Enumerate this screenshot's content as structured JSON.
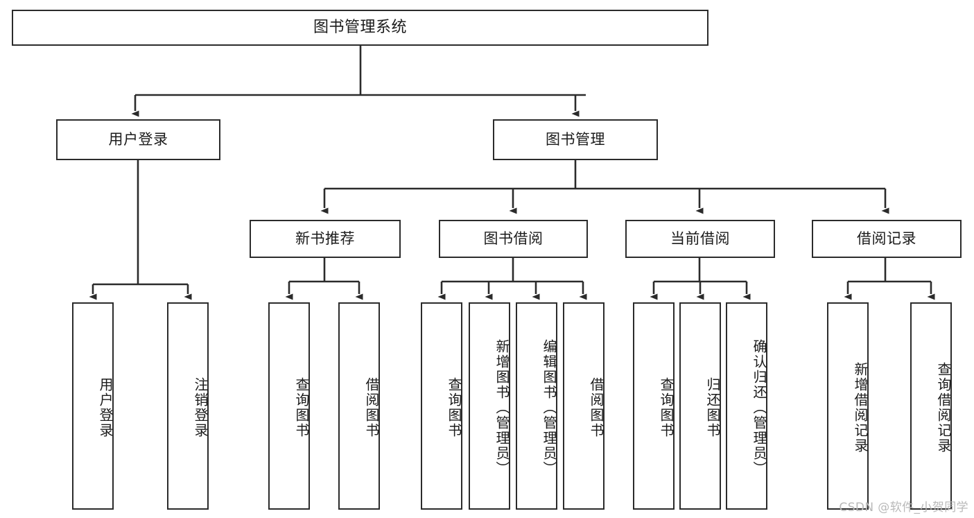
{
  "diagram": {
    "type": "tree-hierarchy",
    "title": "图书管理系统",
    "watermark": "CSDN @软件_小贺同学",
    "colors": {
      "background": "#ffffff",
      "box_border": "#2b2b2b",
      "box_fill": "#ffffff",
      "edge": "#2b2b2b",
      "text": "#1b1b1b",
      "watermark": "#b9b9b9"
    },
    "nodes": {
      "root": {
        "label": "图书管理系统",
        "level": 0
      },
      "l1": [
        {
          "id": "user_login",
          "label": "用户登录"
        },
        {
          "id": "book_mgmt",
          "label": "图书管理"
        }
      ],
      "l2": [
        {
          "id": "new_book_rec",
          "label": "新书推荐",
          "parent": "book_mgmt"
        },
        {
          "id": "book_borrow",
          "label": "图书借阅",
          "parent": "book_mgmt"
        },
        {
          "id": "current_borrow",
          "label": "当前借阅",
          "parent": "book_mgmt"
        },
        {
          "id": "borrow_record",
          "label": "借阅记录",
          "parent": "book_mgmt"
        }
      ],
      "leaves": [
        {
          "id": "leaf_user_login",
          "label": "用户登录",
          "parent": "user_login"
        },
        {
          "id": "leaf_logout",
          "label": "注销登录",
          "parent": "user_login"
        },
        {
          "id": "leaf_query_book_1",
          "label": "查询图书",
          "parent": "new_book_rec"
        },
        {
          "id": "leaf_borrow_book_1",
          "label": "借阅图书",
          "parent": "new_book_rec"
        },
        {
          "id": "leaf_query_book_2",
          "label": "查询图书",
          "parent": "book_borrow"
        },
        {
          "id": "leaf_add_book",
          "label": "新增图书（管理员）",
          "parent": "book_borrow"
        },
        {
          "id": "leaf_edit_book",
          "label": "编辑图书（管理员）",
          "parent": "book_borrow"
        },
        {
          "id": "leaf_borrow_book_2",
          "label": "借阅图书",
          "parent": "book_borrow"
        },
        {
          "id": "leaf_query_book_3",
          "label": "查询图书",
          "parent": "current_borrow"
        },
        {
          "id": "leaf_return_book",
          "label": "归还图书",
          "parent": "current_borrow"
        },
        {
          "id": "leaf_confirm_return",
          "label": "确认归还（管理员）",
          "parent": "current_borrow"
        },
        {
          "id": "leaf_add_record",
          "label": "新增借阅记录",
          "parent": "borrow_record"
        },
        {
          "id": "leaf_query_record",
          "label": "查询借阅记录",
          "parent": "borrow_record"
        }
      ]
    }
  }
}
